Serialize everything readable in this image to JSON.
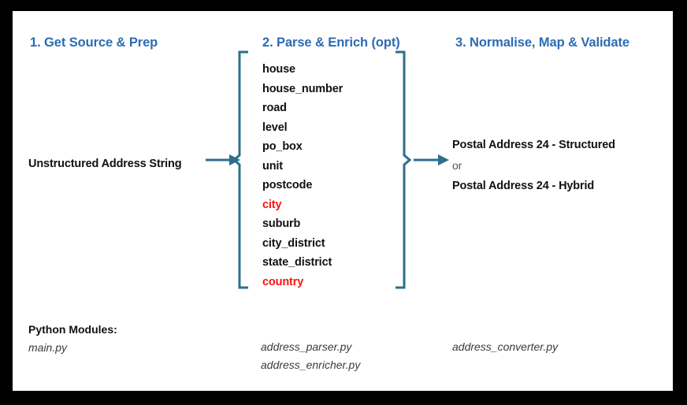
{
  "diagram": {
    "title_columns": [
      {
        "id": "stage-1",
        "label": "1. Get Source & Prep"
      },
      {
        "id": "stage-2",
        "label": "2. Parse & Enrich (opt)"
      },
      {
        "id": "stage-3",
        "label": "3. Normalise, Map & Validate"
      }
    ],
    "input": {
      "label": "Unstructured Address String"
    },
    "fields": [
      {
        "name": "house",
        "highlighted": false
      },
      {
        "name": "house_number",
        "highlighted": false
      },
      {
        "name": "road",
        "highlighted": false
      },
      {
        "name": "level",
        "highlighted": false
      },
      {
        "name": "po_box",
        "highlighted": false
      },
      {
        "name": "unit",
        "highlighted": false
      },
      {
        "name": "postcode",
        "highlighted": false
      },
      {
        "name": "city",
        "highlighted": true
      },
      {
        "name": "suburb",
        "highlighted": false
      },
      {
        "name": "city_district",
        "highlighted": false
      },
      {
        "name": "state_district",
        "highlighted": false
      },
      {
        "name": "country",
        "highlighted": true
      }
    ],
    "output": {
      "line1": "Postal Address 24 - Structured",
      "conjunction": "or",
      "line2": "Postal Address 24 - Hybrid"
    },
    "modules": {
      "title": "Python Modules:",
      "stage1": [
        "main.py"
      ],
      "stage2": [
        "address_parser.py",
        "address_enricher.py"
      ],
      "stage3": [
        "address_converter.py"
      ]
    },
    "colors": {
      "heading_blue": "#2B6CB4",
      "connector_teal": "#2E6E8E",
      "highlight_red": "#FF1111",
      "text_black": "#111111",
      "frame_black": "#000000",
      "canvas_white": "#FFFFFF"
    }
  }
}
